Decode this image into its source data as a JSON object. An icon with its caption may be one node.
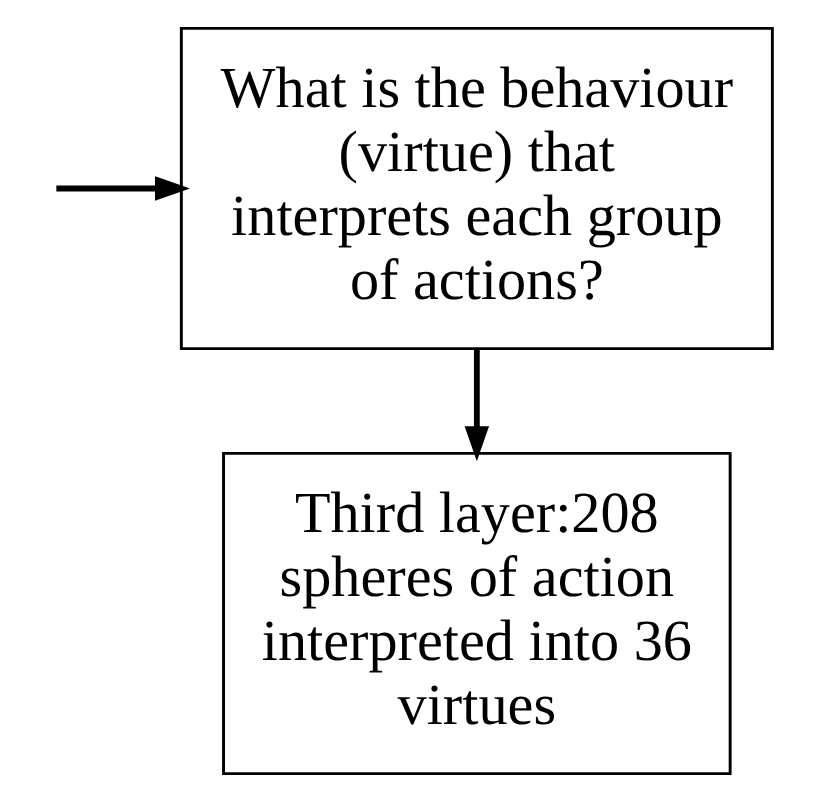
{
  "diagram": {
    "nodes": [
      {
        "text": [
          "What is the behaviour (virtue) that interprets each group of actions?"
        ]
      },
      {
        "text": [
          "Third layer:208 spheres of action interpreted into 36 virtues"
        ]
      }
    ],
    "edges": [
      {
        "from": null,
        "to": 0,
        "arrow": "to"
      },
      {
        "from": 0,
        "to": 1,
        "arrow": "to"
      }
    ]
  }
}
